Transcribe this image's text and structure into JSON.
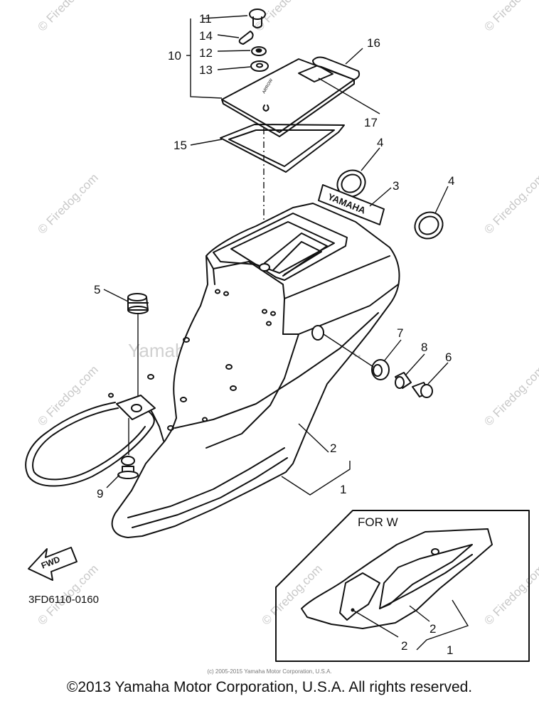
{
  "diagram": {
    "part_labels": {
      "p1": "1",
      "p2": "2",
      "p3": "3",
      "p4a": "4",
      "p4b": "4",
      "p5": "5",
      "p6": "6",
      "p7": "7",
      "p8": "8",
      "p9": "9",
      "p10": "10",
      "p11": "11",
      "p12": "12",
      "p13": "13",
      "p14": "14",
      "p15": "15",
      "p16": "16",
      "p17": "17",
      "inset_1": "1",
      "inset_2a": "2",
      "inset_2b": "2"
    },
    "inset_title": "FOR W",
    "fwd_label": "FWD",
    "part_number": "3FD6110-0160",
    "decal_text": "YAMAHA",
    "arrow_small_text": "ARROW",
    "watermark_site": "© Firedog.com",
    "watermark_text": "Yamaha Motor Corp., U.S.A.",
    "small_copyright": "(c) 2005-2015 Yamaha Motor Corporation, U.S.A.",
    "copyright": "©2013 Yamaha Motor Corporation, U.S.A. All rights reserved."
  }
}
